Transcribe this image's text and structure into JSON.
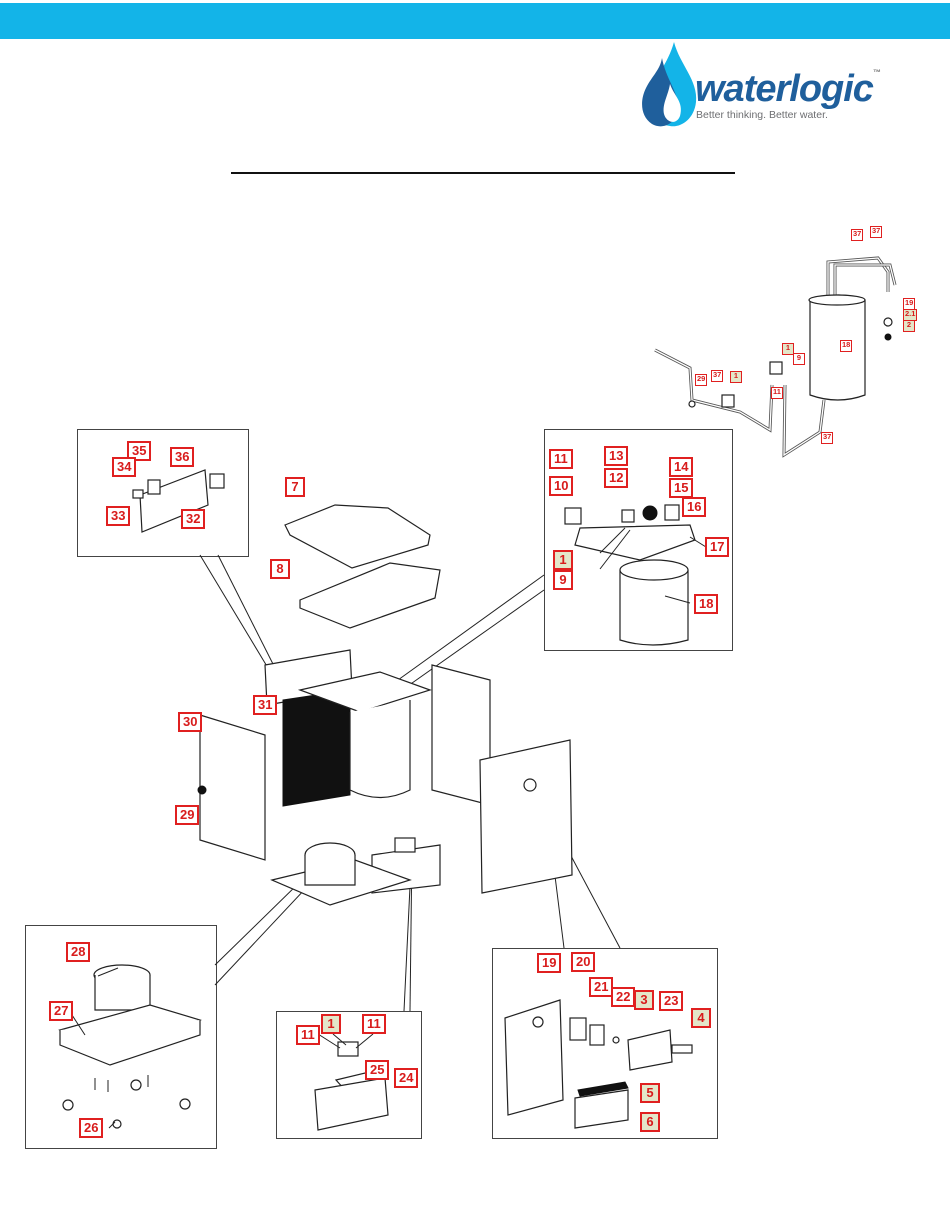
{
  "header": {
    "bar_color": "#13b4e8",
    "brand": {
      "name": "waterlogic",
      "trademark": "™",
      "tagline": "Better thinking. Better water.",
      "colors": {
        "dark_blue": "#1f5f9c",
        "light_blue": "#13b4e8",
        "tagline_gray": "#6d6e71"
      }
    },
    "title": ""
  },
  "label_style": {
    "border_color": "#e02020",
    "text_color": "#d81c1c",
    "highlight_fill": "#e3e6c9"
  },
  "diagram": {
    "title": "Exploded parts view of water dispenser",
    "panels": {
      "pipework_top_right": {
        "labels": [
          "37",
          "37",
          "19",
          "2.1",
          "2",
          "1",
          "9",
          "18",
          "29",
          "37",
          "1",
          "11",
          "37"
        ]
      },
      "electronics": {
        "labels": [
          "35",
          "34",
          "36",
          "33",
          "32"
        ]
      },
      "tank_assembly": {
        "labels": [
          "11",
          "13",
          "12",
          "14",
          "15",
          "10",
          "16",
          "17",
          "1",
          "9",
          "18"
        ]
      },
      "compressor": {
        "labels": [
          "28",
          "27",
          "26"
        ]
      },
      "valve_bracket": {
        "labels": [
          "11",
          "1",
          "11",
          "25",
          "24"
        ]
      },
      "front_panel": {
        "labels": [
          "19",
          "20",
          "21",
          "22",
          "3",
          "23",
          "4",
          "5",
          "6"
        ]
      },
      "main": {
        "labels": [
          "7",
          "8",
          "31",
          "30",
          "29"
        ]
      }
    },
    "labels": [
      {
        "id": "l-37a",
        "text": "37",
        "hl": false,
        "small": true
      },
      {
        "id": "l-37b",
        "text": "37",
        "hl": false,
        "small": true
      },
      {
        "id": "l-19s",
        "text": "19",
        "hl": false,
        "small": true
      },
      {
        "id": "l-21s",
        "text": "2.1",
        "hl": true,
        "small": true
      },
      {
        "id": "l-2s",
        "text": "2",
        "hl": true,
        "small": true
      },
      {
        "id": "l-1s-a",
        "text": "1",
        "hl": true,
        "small": true
      },
      {
        "id": "l-9s",
        "text": "9",
        "hl": false,
        "small": true
      },
      {
        "id": "l-18s",
        "text": "18",
        "hl": false,
        "small": true
      },
      {
        "id": "l-29s",
        "text": "29",
        "hl": false,
        "small": true
      },
      {
        "id": "l-37c",
        "text": "37",
        "hl": false,
        "small": true
      },
      {
        "id": "l-1s-b",
        "text": "1",
        "hl": true,
        "small": true
      },
      {
        "id": "l-11s",
        "text": "11",
        "hl": false,
        "small": true
      },
      {
        "id": "l-37d",
        "text": "37",
        "hl": false,
        "small": true
      },
      {
        "id": "l-35",
        "text": "35",
        "hl": false
      },
      {
        "id": "l-34",
        "text": "34",
        "hl": false
      },
      {
        "id": "l-36",
        "text": "36",
        "hl": false
      },
      {
        "id": "l-33",
        "text": "33",
        "hl": false
      },
      {
        "id": "l-32",
        "text": "32",
        "hl": false
      },
      {
        "id": "l-7",
        "text": "7",
        "hl": false
      },
      {
        "id": "l-8",
        "text": "8",
        "hl": false
      },
      {
        "id": "l-31",
        "text": "31",
        "hl": false
      },
      {
        "id": "l-30",
        "text": "30",
        "hl": false
      },
      {
        "id": "l-29",
        "text": "29",
        "hl": false
      },
      {
        "id": "l-11a",
        "text": "11",
        "hl": false
      },
      {
        "id": "l-13",
        "text": "13",
        "hl": false
      },
      {
        "id": "l-12",
        "text": "12",
        "hl": false
      },
      {
        "id": "l-14",
        "text": "14",
        "hl": false
      },
      {
        "id": "l-15",
        "text": "15",
        "hl": false
      },
      {
        "id": "l-10",
        "text": "10",
        "hl": false
      },
      {
        "id": "l-16",
        "text": "16",
        "hl": false
      },
      {
        "id": "l-17",
        "text": "17",
        "hl": false
      },
      {
        "id": "l-1a",
        "text": "1",
        "hl": true
      },
      {
        "id": "l-9",
        "text": "9",
        "hl": false
      },
      {
        "id": "l-18",
        "text": "18",
        "hl": false
      },
      {
        "id": "l-28",
        "text": "28",
        "hl": false
      },
      {
        "id": "l-27",
        "text": "27",
        "hl": false
      },
      {
        "id": "l-26",
        "text": "26",
        "hl": false
      },
      {
        "id": "l-11b",
        "text": "11",
        "hl": false
      },
      {
        "id": "l-1b",
        "text": "1",
        "hl": true
      },
      {
        "id": "l-11c",
        "text": "11",
        "hl": false
      },
      {
        "id": "l-25",
        "text": "25",
        "hl": false
      },
      {
        "id": "l-24",
        "text": "24",
        "hl": false
      },
      {
        "id": "l-19",
        "text": "19",
        "hl": false
      },
      {
        "id": "l-20",
        "text": "20",
        "hl": false
      },
      {
        "id": "l-21",
        "text": "21",
        "hl": false
      },
      {
        "id": "l-22",
        "text": "22",
        "hl": false
      },
      {
        "id": "l-3",
        "text": "3",
        "hl": true
      },
      {
        "id": "l-23",
        "text": "23",
        "hl": false
      },
      {
        "id": "l-4",
        "text": "4",
        "hl": true
      },
      {
        "id": "l-5",
        "text": "5",
        "hl": true
      },
      {
        "id": "l-6",
        "text": "6",
        "hl": true
      }
    ]
  }
}
